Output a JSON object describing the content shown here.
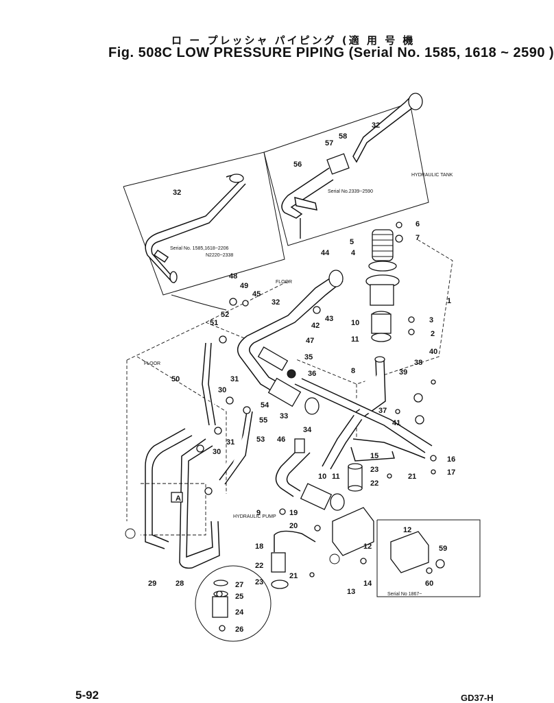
{
  "header": {
    "title_jp": "ロ ー プレッシャ パイピング (適 用 号 機",
    "title_main": "Fig. 508C  LOW  PRESSURE  PIPING (Serial No.  1585, 1618 ~ 2590 )"
  },
  "footer": {
    "page_number": "5-92",
    "model_code": "GD37-H"
  },
  "notes": {
    "hydraulic_tank": "HYDRAULIC TANK",
    "hydraulic_pump": "HYDRAULIC PUMP",
    "floor_1": "FLOOR",
    "floor_2": "FLOOR",
    "serial_a": "Serial No. 1585,1618~2206",
    "serial_a2": "N2220~2338",
    "serial_b": "Serial No.2339~2590",
    "serial_c": "Serial No 1867~",
    "view_label": "A"
  },
  "callouts": [
    "1",
    "2",
    "3",
    "4",
    "5",
    "6",
    "7",
    "8",
    "9",
    "10",
    "10",
    "11",
    "11",
    "12",
    "12",
    "13",
    "14",
    "15",
    "16",
    "17",
    "18",
    "19",
    "20",
    "21",
    "21",
    "22",
    "22",
    "23",
    "23",
    "24",
    "25",
    "26",
    "27",
    "28",
    "29",
    "30",
    "30",
    "31",
    "31",
    "32",
    "32",
    "32",
    "33",
    "34",
    "35",
    "36",
    "37",
    "38",
    "39",
    "40",
    "41",
    "42",
    "43",
    "44",
    "45",
    "46",
    "47",
    "48",
    "49",
    "50",
    "51",
    "52",
    "53",
    "54",
    "55",
    "56",
    "57",
    "58",
    "59",
    "60"
  ]
}
